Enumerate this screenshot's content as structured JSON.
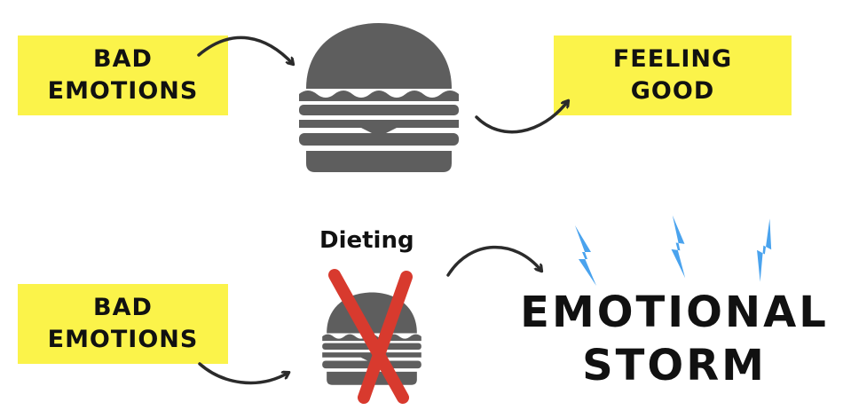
{
  "top_row": {
    "input_label": [
      "BAD",
      "EMOTIONS"
    ],
    "output_label": [
      "FEELING",
      "GOOD"
    ],
    "food_icon": "burger-icon"
  },
  "bottom_row": {
    "input_label": [
      "BAD",
      "EMOTIONS"
    ],
    "blocker_label": "Dieting",
    "food_icon": "burger-icon",
    "blocker_icon": "red-x-icon",
    "output_label": [
      "EMOTIONAL",
      "STORM"
    ],
    "output_icons": [
      "lightning-bolt-icon",
      "lightning-bolt-icon",
      "lightning-bolt-icon"
    ]
  },
  "colors": {
    "label_bg": "#fbf34a",
    "burger": "#5e5e5e",
    "arrow": "#2b2b2b",
    "cross": "#d83a2e",
    "lightning": "#4aa3ee",
    "text": "#111111"
  }
}
